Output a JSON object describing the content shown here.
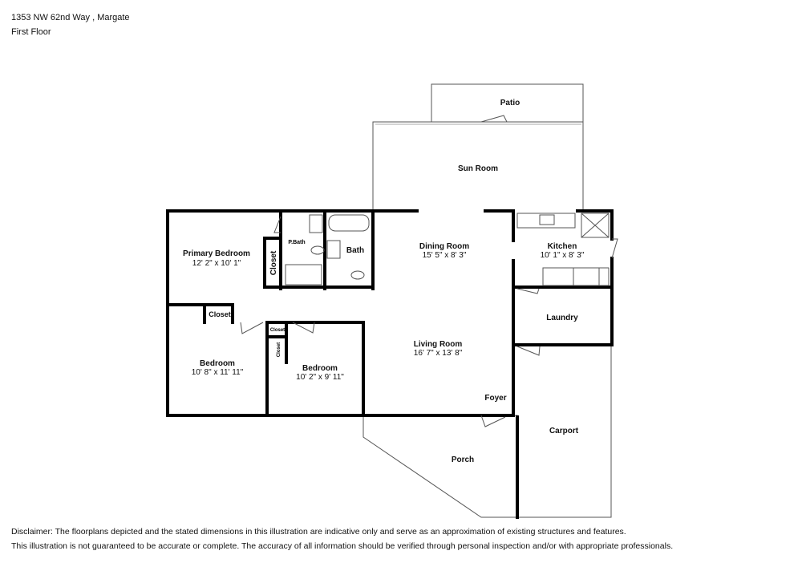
{
  "header": {
    "address": "1353 NW 62nd Way , Margate",
    "floor": "First Floor"
  },
  "rooms": {
    "patio": "Patio",
    "sun_room": "Sun Room",
    "primary_bedroom": {
      "name": "Primary Bedroom",
      "dims": "12' 2\" x 10' 1\""
    },
    "closet_primary": "Closet",
    "p_bath": "P.Bath",
    "bath": "Bath",
    "dining_room": {
      "name": "Dining Room",
      "dims": "15' 5\" x 8' 3\""
    },
    "kitchen": {
      "name": "Kitchen",
      "dims": "10' 1\" x 8' 3\""
    },
    "closet_bed1": "Closet",
    "closet_small": "Closet",
    "closet_side": "Closet",
    "bedroom1": {
      "name": "Bedroom",
      "dims": "10' 8\" x 11' 11\""
    },
    "bedroom2": {
      "name": "Bedroom",
      "dims": "10' 2\" x 9' 11\""
    },
    "living_room": {
      "name": "Living Room",
      "dims": "16' 7\" x 13' 8\""
    },
    "laundry": "Laundry",
    "foyer": "Foyer",
    "carport": "Carport",
    "porch": "Porch"
  },
  "disclaimer": {
    "line1": "Disclaimer: The floorplans depicted and the stated dimensions in this illustration are indicative only and serve as an approximation of existing structures and features.",
    "line2": "This illustration is not guaranteed to be accurate or complete. The accuracy of all information should be verified through personal inspection and/or with appropriate professionals."
  }
}
